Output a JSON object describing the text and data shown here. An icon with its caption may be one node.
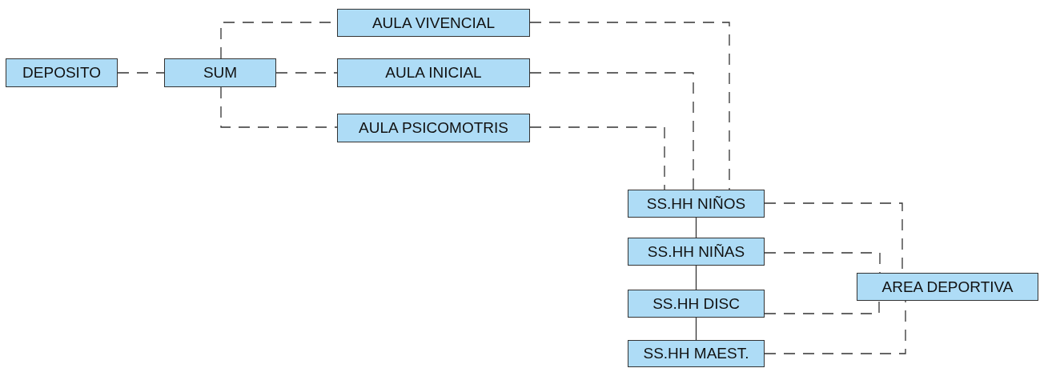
{
  "diagram": {
    "nodes": [
      {
        "text": [
          "DEPOSITO"
        ]
      },
      {
        "text": [
          "SUM"
        ]
      },
      {
        "text": [
          "AULA VIVENCIAL"
        ]
      },
      {
        "text": [
          "AULA INICIAL"
        ]
      },
      {
        "text": [
          "AULA PSICOMOTRIS"
        ]
      },
      {
        "text": [
          "SS.HH NIÑOS"
        ]
      },
      {
        "text": [
          "SS.HH NIÑAS"
        ]
      },
      {
        "text": [
          "SS.HH DISC"
        ]
      },
      {
        "text": [
          "SS.HH MAEST."
        ]
      },
      {
        "text": [
          "AREA DEPORTIVA"
        ]
      }
    ],
    "edges": [
      {
        "from": 0,
        "to": 1,
        "arrow": "none",
        "style": "dashed"
      },
      {
        "from": 1,
        "to": 2,
        "arrow": "none",
        "style": "dashed"
      },
      {
        "from": 1,
        "to": 3,
        "arrow": "none",
        "style": "dashed"
      },
      {
        "from": 1,
        "to": 4,
        "arrow": "none",
        "style": "dashed"
      },
      {
        "from": 2,
        "to": 5,
        "arrow": "none",
        "style": "dashed"
      },
      {
        "from": 3,
        "to": 5,
        "arrow": "none",
        "style": "dashed"
      },
      {
        "from": 4,
        "to": 5,
        "arrow": "none",
        "style": "dashed"
      },
      {
        "from": 5,
        "to": 6,
        "arrow": "none"
      },
      {
        "from": 6,
        "to": 7,
        "arrow": "none"
      },
      {
        "from": 7,
        "to": 8,
        "arrow": "none"
      },
      {
        "from": 5,
        "to": 9,
        "arrow": "none",
        "style": "dashed"
      },
      {
        "from": 6,
        "to": 9,
        "arrow": "none",
        "style": "dashed"
      },
      {
        "from": 7,
        "to": 9,
        "arrow": "none",
        "style": "dashed"
      },
      {
        "from": 8,
        "to": 9,
        "arrow": "none",
        "style": "dashed"
      }
    ]
  }
}
